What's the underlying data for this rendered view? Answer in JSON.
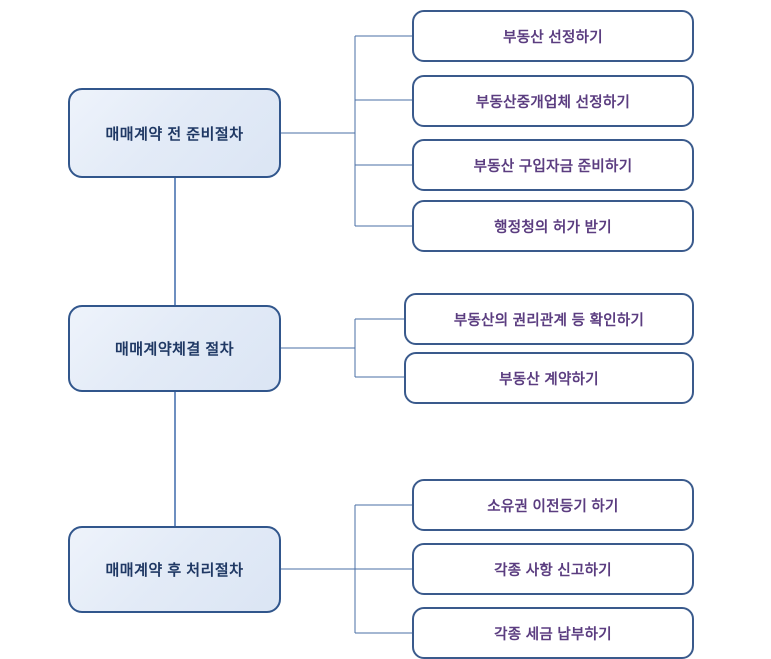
{
  "diagram": {
    "type": "flowchart",
    "orientation": "left-to-right",
    "language": "ko",
    "colors": {
      "stage_border": "#31568C",
      "stage_text": "#1F3864",
      "stage_fill_light": "#eef3fb",
      "stage_fill_dark": "#dbe5f4",
      "task_border": "#3A5A8C",
      "task_text": "#5B3D80",
      "task_fill": "#ffffff",
      "connector": "#4A6FA5",
      "background": "#ffffff"
    },
    "groups": [
      {
        "stage": {
          "label": "매매계약 전 준비절차"
        },
        "tasks": [
          {
            "label": "부동산 선정하기"
          },
          {
            "label": "부동산중개업체 선정하기"
          },
          {
            "label": "부동산 구입자금 준비하기"
          },
          {
            "label": "행정청의 허가 받기"
          }
        ]
      },
      {
        "stage": {
          "label": "매매계약체결 절차"
        },
        "tasks": [
          {
            "label": "부동산의 권리관계 등 확인하기"
          },
          {
            "label": "부동산 계약하기"
          }
        ]
      },
      {
        "stage": {
          "label": "매매계약 후 처리절차"
        },
        "tasks": [
          {
            "label": "소유권 이전등기 하기"
          },
          {
            "label": "각종 사항 신고하기"
          },
          {
            "label": "각종 세금 납부하기"
          }
        ]
      }
    ]
  }
}
